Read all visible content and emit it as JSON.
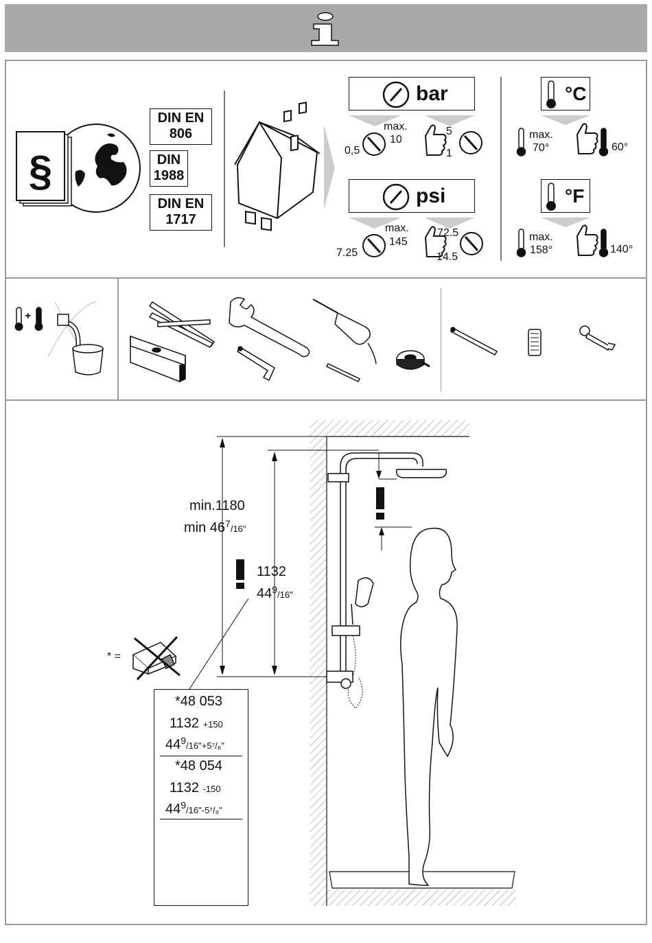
{
  "info_icon": "info-i-icon",
  "standards": {
    "din_en_806": [
      "DIN  EN",
      "806"
    ],
    "din_1988": [
      "DIN",
      "1988"
    ],
    "din_en_1717": [
      "DIN  EN",
      "1717"
    ]
  },
  "pressure": {
    "bar_label": "bar",
    "bar_min": "0,5",
    "bar_max_label": "max.",
    "bar_max": "10",
    "bar_rec_high": "5",
    "bar_rec_low": "1",
    "psi_label": "psi",
    "psi_min": "7.25",
    "psi_max_label": "max.",
    "psi_max": "145",
    "psi_rec_high": "72.5",
    "psi_rec_low": "14.5"
  },
  "temperature": {
    "c_label": "°C",
    "c_max_label": "max.",
    "c_max": "70°",
    "c_rec": "60°",
    "f_label": "°F",
    "f_max_label": "max.",
    "f_max": "158°",
    "f_rec": "140°"
  },
  "flush": {
    "plus": "+"
  },
  "install": {
    "min_height": "min.1180",
    "min_in_prefix": "min 46",
    "min_in_num": "7",
    "min_in_den": "/16\"",
    "height": "1132",
    "height_in_prefix": "44",
    "height_in_num": "9",
    "height_in_den": "/16\"",
    "star_eq": "* ="
  },
  "variants": {
    "v1_code": "*48 053",
    "v1_mm": "1132",
    "v1_mm_delta": "+150",
    "v1_in_prefix": "44",
    "v1_in_num": "9",
    "v1_in_den": "/16\"",
    "v1_in_delta": "+5⁷/₈\"",
    "v2_code": "*48 054",
    "v2_mm": "1132",
    "v2_mm_delta": "-150",
    "v2_in_prefix": "44",
    "v2_in_num": "9",
    "v2_in_den": "/16\"",
    "v2_in_delta": "-5⁷/₈\""
  }
}
